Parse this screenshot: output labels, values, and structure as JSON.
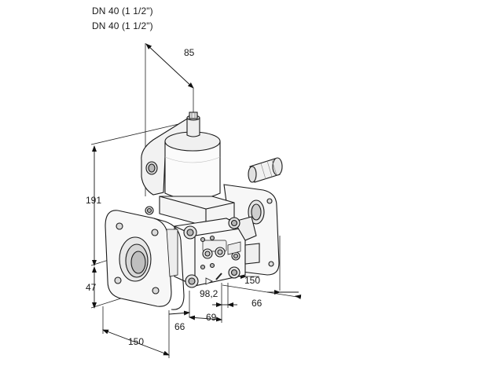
{
  "header": {
    "line1": "DN 40 (1 1/2\")",
    "line2": "DN 40 (1 1/2\")"
  },
  "dimensions": {
    "top_width": "85",
    "height_total": "191",
    "height_lower": "47",
    "offset_98": "98,2",
    "right_150": "150",
    "right_66": "66",
    "mid_69": "69",
    "mid_66": "66",
    "bottom_150": "150"
  }
}
